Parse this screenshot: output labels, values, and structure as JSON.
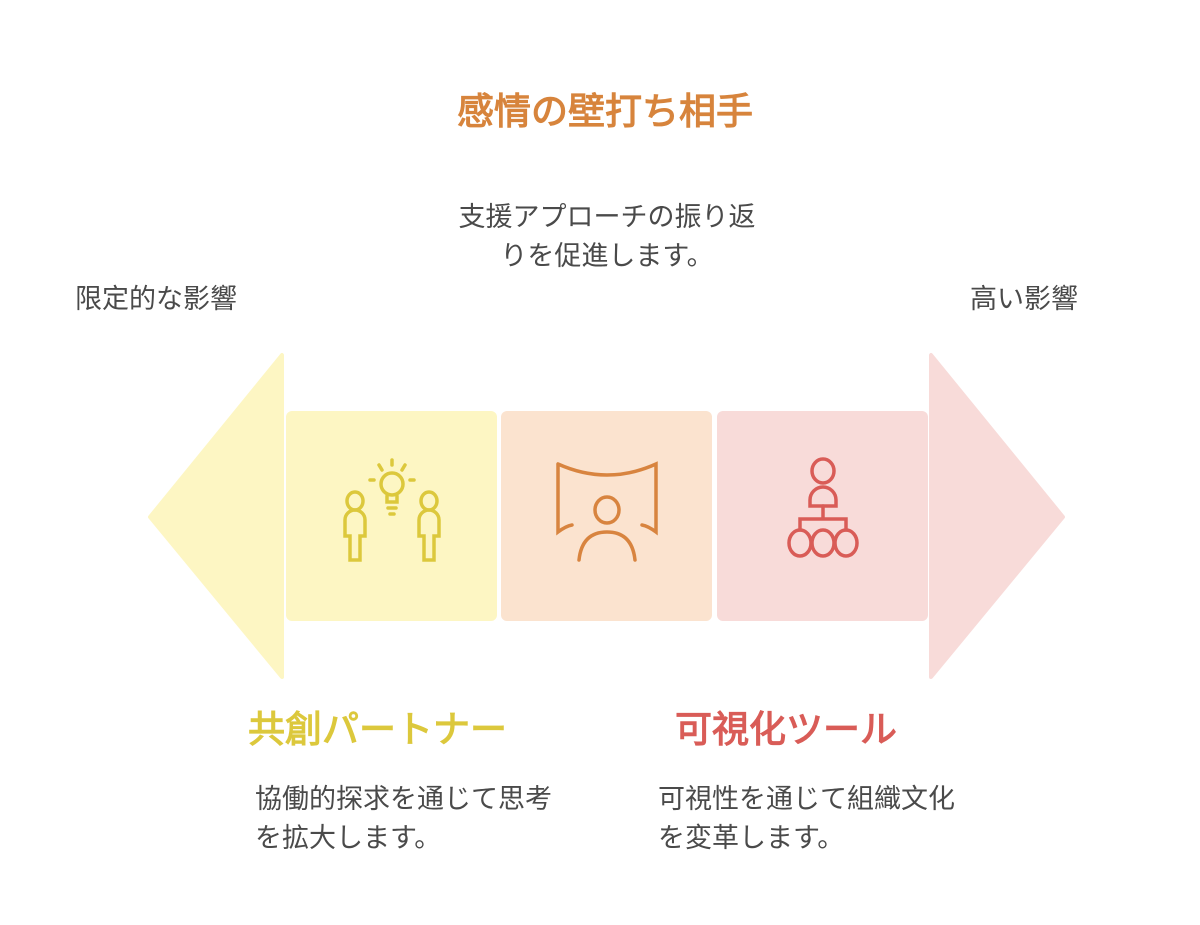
{
  "title": "感情の壁打ち相手",
  "center_description": "支援アプローチの振り返りを促進します。",
  "scale": {
    "left_label": "限定的な影響",
    "right_label": "高い影響"
  },
  "items": [
    {
      "title": "共創パートナー",
      "description": "協働的探求を通じて思考を拡大します。",
      "icon": "people-lightbulb-icon",
      "color": "#dcc83c",
      "bg": "#fdf6c3"
    },
    {
      "title": "感情の壁打ち相手",
      "description": "支援アプローチの振り返りを促進します。",
      "icon": "person-screen-icon",
      "color": "#d8843f",
      "bg": "#fbe3cf"
    },
    {
      "title": "可視化ツール",
      "description": "可視性を通じて組織文化を変革します。",
      "icon": "org-chart-icon",
      "color": "#d95c57",
      "bg": "#f8dbd9"
    }
  ],
  "colors": {
    "title": "#d7843c",
    "left_arrow": "#fdf6c3",
    "right_arrow": "#f8dbd9"
  }
}
